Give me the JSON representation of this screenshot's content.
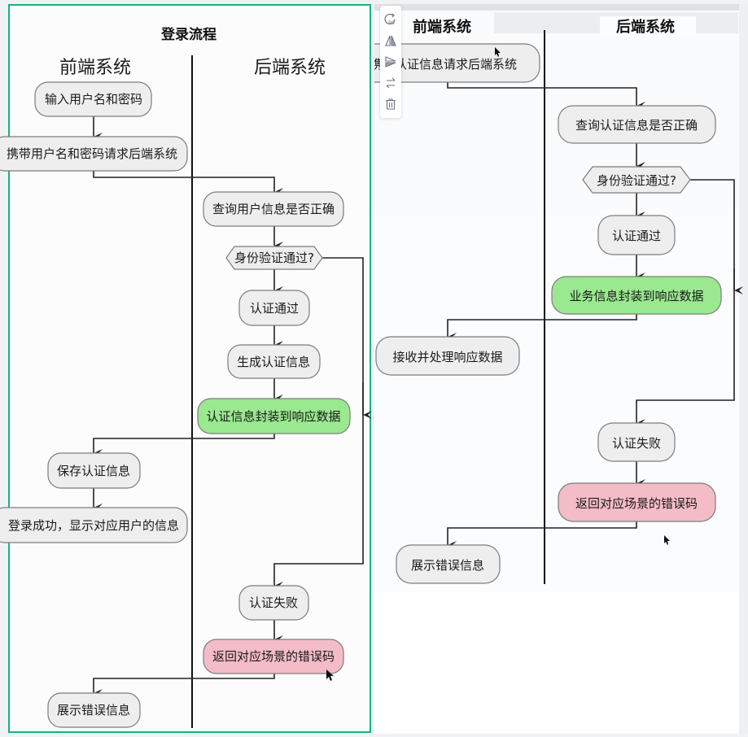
{
  "colors": {
    "frame_accent": "#17b383",
    "node_default": "#eeeeee",
    "node_success": "#9ae88f",
    "node_error": "#f3bcc6",
    "line": "#222222"
  },
  "toolbar": {
    "items": [
      {
        "icon": "rotate-90-icon",
        "label": "90"
      },
      {
        "icon": "flip-horizontal-icon"
      },
      {
        "icon": "flip-vertical-icon"
      },
      {
        "icon": "swap-icon"
      },
      {
        "icon": "trash-icon"
      }
    ]
  },
  "left_diagram": {
    "title": "登录流程",
    "lanes": {
      "frontend": "前端系统",
      "backend": "后端系统"
    },
    "nodes": {
      "input_credentials": "输入用户名和密码",
      "request_backend": "携带用户名和密码请求后端系统",
      "query_user": "查询用户信息是否正确",
      "decision": "身份验证通过?",
      "auth_passed": "认证通过",
      "generate_auth": "生成认证信息",
      "wrap_response": "认证信息封装到响应数据",
      "save_auth": "保存认证信息",
      "login_success": "登录成功，显示对应用户的信息",
      "auth_failed": "认证失败",
      "return_error": "返回对应场景的错误码",
      "show_error": "展示错误信息"
    }
  },
  "right_diagram": {
    "lanes": {
      "frontend": "前端系统",
      "backend": "后端系统"
    },
    "nodes": {
      "request_backend": "携带认证信息请求后端系统",
      "query_auth": "查询认证信息是否正确",
      "decision": "身份验证通过?",
      "auth_passed": "认证通过",
      "wrap_business": "业务信息封装到响应数据",
      "receive_response": "接收并处理响应数据",
      "auth_failed": "认证失败",
      "return_error": "返回对应场景的错误码",
      "show_error": "展示错误信息"
    }
  }
}
